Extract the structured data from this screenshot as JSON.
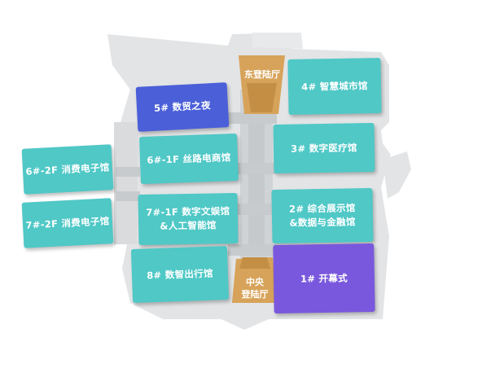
{
  "halls": {
    "h5": "5# 数贸之夜",
    "h4": "4# 智慧城市馆",
    "h6_1f": "6#-1F 丝路电商馆",
    "h3": "3# 数字医疗馆",
    "h6_2f": "6#-2F 消费电子馆",
    "h7_1f": "7#-1F 数字文娱馆\n&人工智能馆",
    "h2": "2# 综合展示馆\n&数据与金融馆",
    "h7_2f": "7#-2F 消费电子馆",
    "h8": "8# 数智出行馆",
    "h1": "1# 开幕式"
  },
  "gates": {
    "east": "东登陆厅",
    "central": "中央\n登陆厅"
  },
  "colors": {
    "teal": "#4fc8c6",
    "blue": "#4a5fd8",
    "purple": "#7a58dd",
    "gate_gold": "#d7a35a",
    "ground": "#e2e4e6"
  }
}
